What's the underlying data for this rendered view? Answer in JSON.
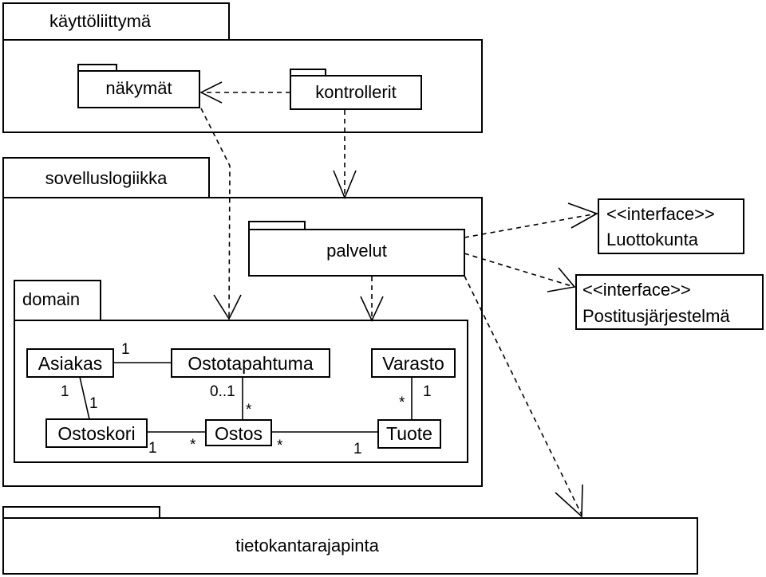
{
  "packages": {
    "ui": {
      "tab_label": "käyttöliittymä"
    },
    "views": {
      "label": "näkymät"
    },
    "controllers": {
      "label": "kontrollerit"
    },
    "logic": {
      "tab_label": "sovelluslogiikka"
    },
    "services": {
      "label": "palvelut"
    },
    "domain": {
      "tab_label": "domain"
    },
    "db": {
      "label": "tietokantarajapinta"
    }
  },
  "interfaces": {
    "credit": {
      "stereotype": "<<interface>>",
      "name": "Luottokunta"
    },
    "mail": {
      "stereotype": "<<interface>>",
      "name": "Postitusjärjestelmä"
    }
  },
  "classes": {
    "asiakas": "Asiakas",
    "ostotapahtuma": "Ostotapahtuma",
    "varasto": "Varasto",
    "ostoskori": "Ostoskori",
    "ostos": "Ostos",
    "tuote": "Tuote"
  },
  "multiplicities": {
    "asiakas_ostotapahtuma": "1",
    "asiakas_ostoskori_a": "1",
    "asiakas_ostoskori_b": "1",
    "ostotapahtuma_ostos_top": "0..1",
    "ostotapahtuma_ostos_bottom": "*",
    "varasto_tuote_top": "1",
    "varasto_tuote_bottom": "*",
    "ostoskori_ostos_left": "1",
    "ostoskori_ostos_right": "*",
    "ostos_tuote_left": "*",
    "ostos_tuote_right": "1"
  }
}
